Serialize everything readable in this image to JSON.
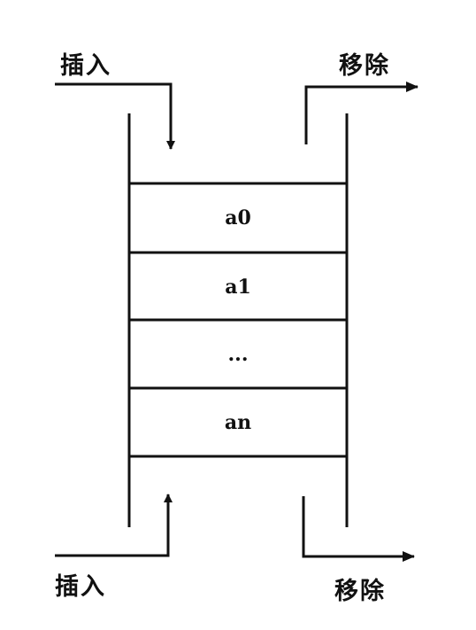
{
  "labels": {
    "insert_top": "插入",
    "remove_top": "移除",
    "insert_bottom": "插入",
    "remove_bottom": "移除"
  },
  "cells": [
    "a0",
    "a1",
    "...",
    "an"
  ],
  "colors": {
    "stroke": "#111111",
    "background": "#ffffff"
  }
}
